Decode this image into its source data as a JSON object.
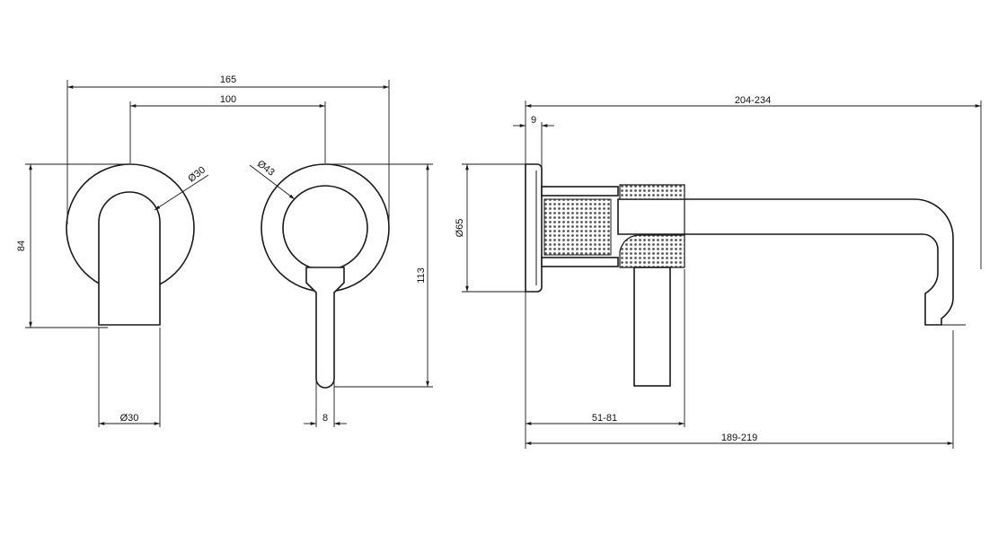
{
  "dimensions": {
    "width_165": "165",
    "width_100": "100",
    "height_84": "84",
    "dia_30_plate": "Ø30",
    "dia_43_plate": "Ø43",
    "height_113": "113",
    "dia_30_spout": "Ø30",
    "lever_8": "8",
    "depth_9": "9",
    "length_204_234": "204-234",
    "dia_65": "Ø65",
    "depth_51_81": "51-81",
    "length_189_219": "189-219"
  },
  "colors": {
    "line": "#1a1a1a",
    "knurl": "#555555",
    "background": "#ffffff"
  }
}
